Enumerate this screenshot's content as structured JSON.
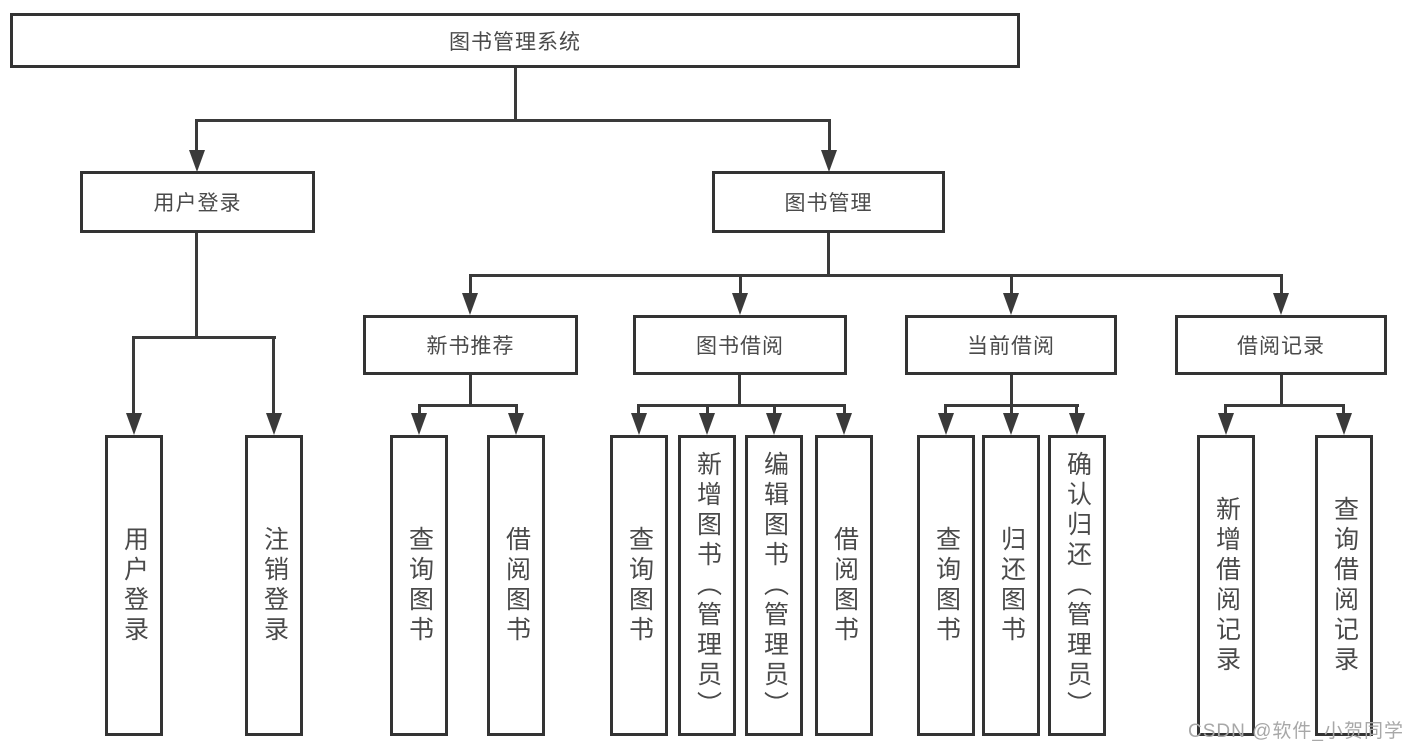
{
  "diagram_title": "图书管理系统",
  "watermark": "CSDN @软件_小贺同学",
  "colors": {
    "line": "#3a3a3a",
    "box_border": "#333333",
    "box_fill": "#ffffff",
    "label_text": "#4a4a4a",
    "watermark_text": "#a8a8a8",
    "background": "#ffffff"
  },
  "tree": {
    "label": "图书管理系统",
    "children": [
      {
        "label": "用户登录",
        "children": [
          {
            "label": "用户登录"
          },
          {
            "label": "注销登录"
          }
        ]
      },
      {
        "label": "图书管理",
        "children": [
          {
            "label": "新书推荐",
            "children": [
              {
                "label": "查询图书"
              },
              {
                "label": "借阅图书"
              }
            ]
          },
          {
            "label": "图书借阅",
            "children": [
              {
                "label": "查询图书"
              },
              {
                "label": "新增图书（管理员）"
              },
              {
                "label": "编辑图书（管理员）"
              },
              {
                "label": "借阅图书"
              }
            ]
          },
          {
            "label": "当前借阅",
            "children": [
              {
                "label": "查询图书"
              },
              {
                "label": "归还图书"
              },
              {
                "label": "确认归还（管理员）"
              }
            ]
          },
          {
            "label": "借阅记录",
            "children": [
              {
                "label": "新增借阅记录"
              },
              {
                "label": "查询借阅记录"
              }
            ]
          }
        ]
      }
    ]
  }
}
